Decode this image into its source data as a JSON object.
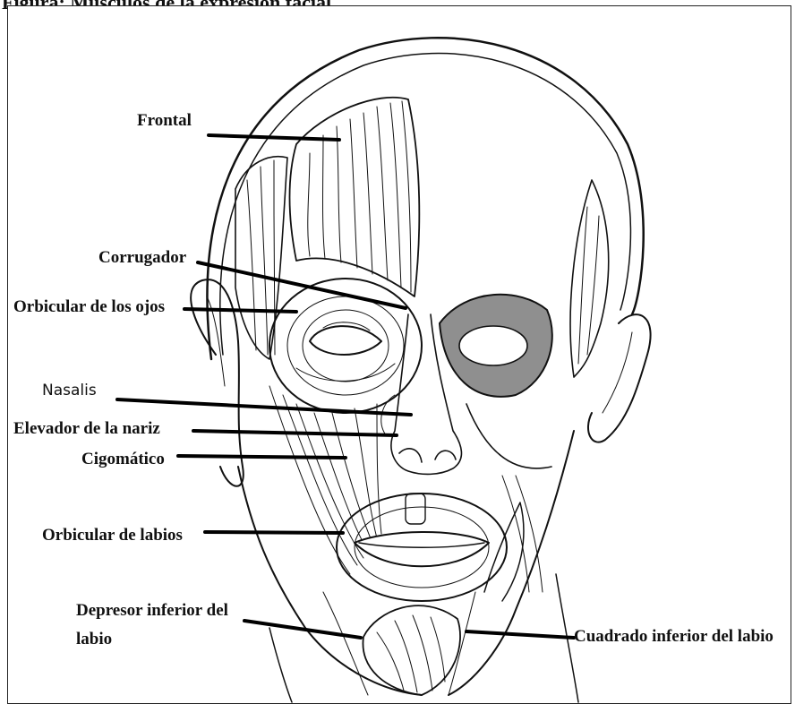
{
  "caption": "Figura: Músculos de la expresión facial",
  "labels": {
    "frontal": "Frontal",
    "corrugador": "Corrugador",
    "orbicular_ojos": "Orbicular de los ojos",
    "nasalis": "Nasalis",
    "elevador_nariz": "Elevador de la nariz",
    "cigomatico": "Cigomático",
    "orbicular_labios": "Orbicular de labios",
    "depresor_line1": "Depresor inferior del",
    "depresor_line2": "labio",
    "cuadrado": "Cuadrado inferior del labio"
  }
}
